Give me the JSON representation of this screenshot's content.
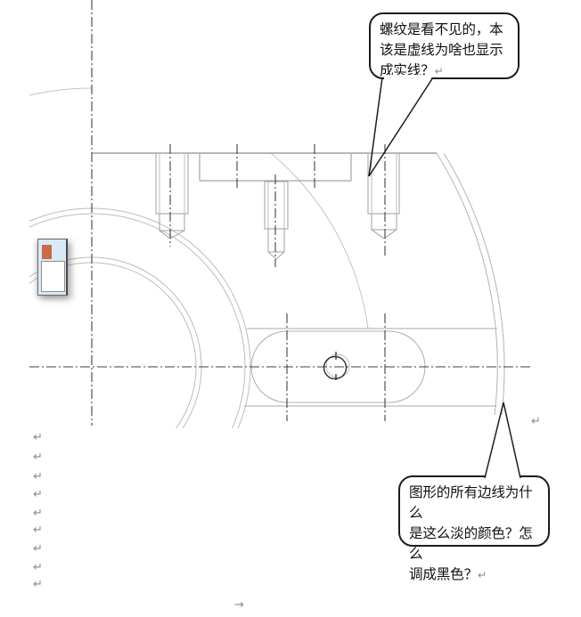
{
  "document": {
    "type": "word-page-with-embedded-cad-drawing",
    "background": "#ffffff"
  },
  "callouts": {
    "thread_question": {
      "text": "螺纹是看不见的，本\n该是虚线为啥也显示\n成实线？",
      "points_at": "bolt-thread-outline"
    },
    "color_question": {
      "text": "图形的所有边线为什么\n是这么淡的颜色？怎么\n调成黑色？",
      "points_at": "drawing-outer-edge-arc"
    }
  },
  "marks": {
    "return_glyph": "↵",
    "tab_glyph": "→"
  },
  "colors": {
    "drawing_line": "#b3b3b3",
    "structure_line": "#9e9e9e",
    "center_line": "#3f3f3f",
    "callout_border": "#1c1c1c",
    "format_mark": "#8a8a8a",
    "dark_circle": "#2f2f2f",
    "icon_accent": "#cc6a45",
    "icon_panel": "#d9e9f7"
  }
}
